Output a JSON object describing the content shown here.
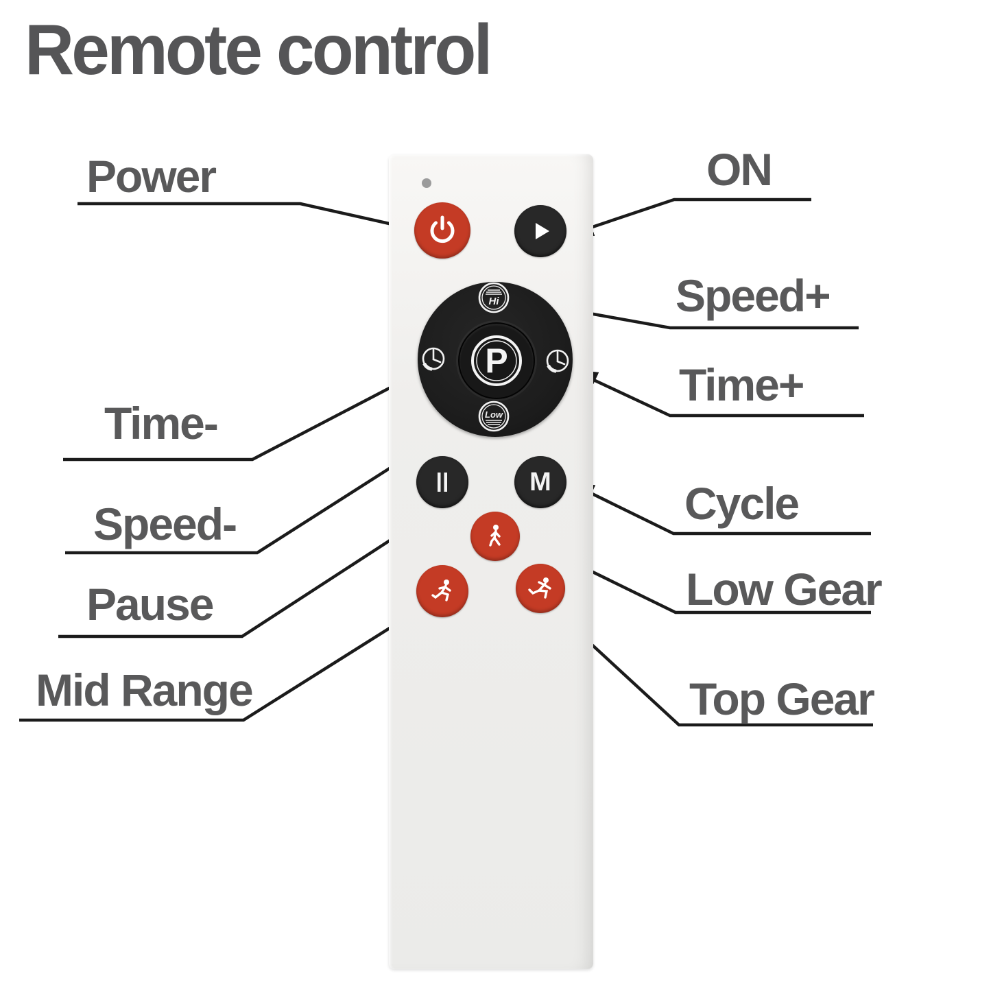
{
  "title": "Remote control",
  "callouts": {
    "power": "Power",
    "on": "ON",
    "speed_plus": "Speed+",
    "time_plus": "Time+",
    "time_minus": "Time-",
    "speed_minus": "Speed-",
    "pause": "Pause",
    "cycle": "Cycle",
    "low_gear": "Low Gear",
    "mid_range": "Mid Range",
    "top_gear": "Top Gear"
  },
  "remote_buttons": {
    "hi": "Hi",
    "low": "Low",
    "center": "P",
    "pause": "II",
    "mode": "M"
  },
  "icons": {
    "led": "status-led",
    "power": "power-icon",
    "on": "play-icon",
    "speed_plus": "hi-fan-speed-icon",
    "speed_minus": "low-fan-speed-icon",
    "time_minus": "clock-icon",
    "time_plus": "clock-icon",
    "low_gear": "walking-person-icon",
    "mid_range": "running-person-icon",
    "top_gear": "sprinting-person-icon"
  },
  "colors": {
    "button_red": "#c43b25",
    "button_black": "#282828",
    "dpad_black": "#1d1d1d",
    "remote_body": "#efeeec",
    "label_gray": "#59595a",
    "arrow_black": "#1b1b1b",
    "title_gray": "#555557",
    "led_gray": "#9b9b9b"
  }
}
